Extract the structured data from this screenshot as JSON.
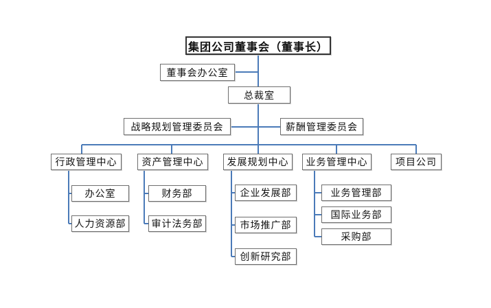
{
  "org": {
    "board": "集团公司董事会（董事长）",
    "board_office": "董事会办公室",
    "president_office": "总裁室",
    "strategy_committee": "战略规划管理委员会",
    "compensation_committee": "薪酬管理委员会",
    "centers": {
      "admin": {
        "label": "行政管理中心",
        "departments": [
          "办公室",
          "人力资源部"
        ]
      },
      "assets": {
        "label": "资产管理中心",
        "departments": [
          "财务部",
          "审计法务部"
        ]
      },
      "development": {
        "label": "发展规划中心",
        "departments": [
          "企业发展部",
          "市场推广部",
          "创新研究部"
        ]
      },
      "business": {
        "label": "业务管理中心",
        "departments": [
          "业务管理部",
          "国际业务部",
          "采购部"
        ]
      },
      "project": {
        "label": "项目公司"
      }
    }
  }
}
